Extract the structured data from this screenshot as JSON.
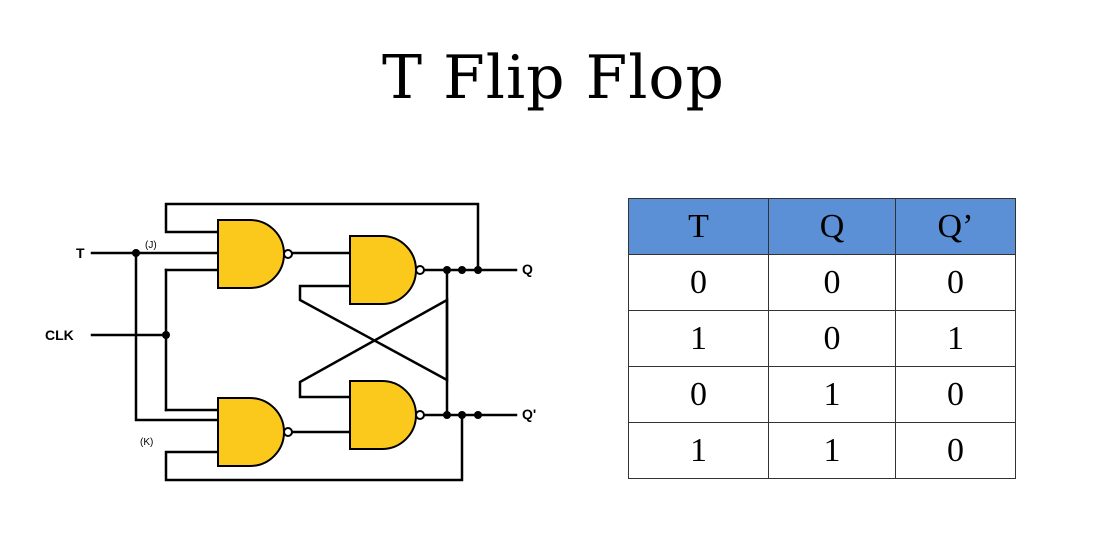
{
  "title": "T Flip Flop",
  "circuit": {
    "labels": {
      "t": "T",
      "clk": "CLK",
      "q": "Q",
      "q_bar": "Q'",
      "j": "(J)",
      "k": "(K)"
    },
    "gate_color": "#fbc91b",
    "gate_type": "NAND"
  },
  "truth_table": {
    "header_color": "#5b8fd6",
    "headers": [
      "T",
      "Q",
      "Q’"
    ],
    "rows": [
      [
        "0",
        "0",
        "0"
      ],
      [
        "1",
        "0",
        "1"
      ],
      [
        "0",
        "1",
        "0"
      ],
      [
        "1",
        "1",
        "0"
      ]
    ]
  }
}
